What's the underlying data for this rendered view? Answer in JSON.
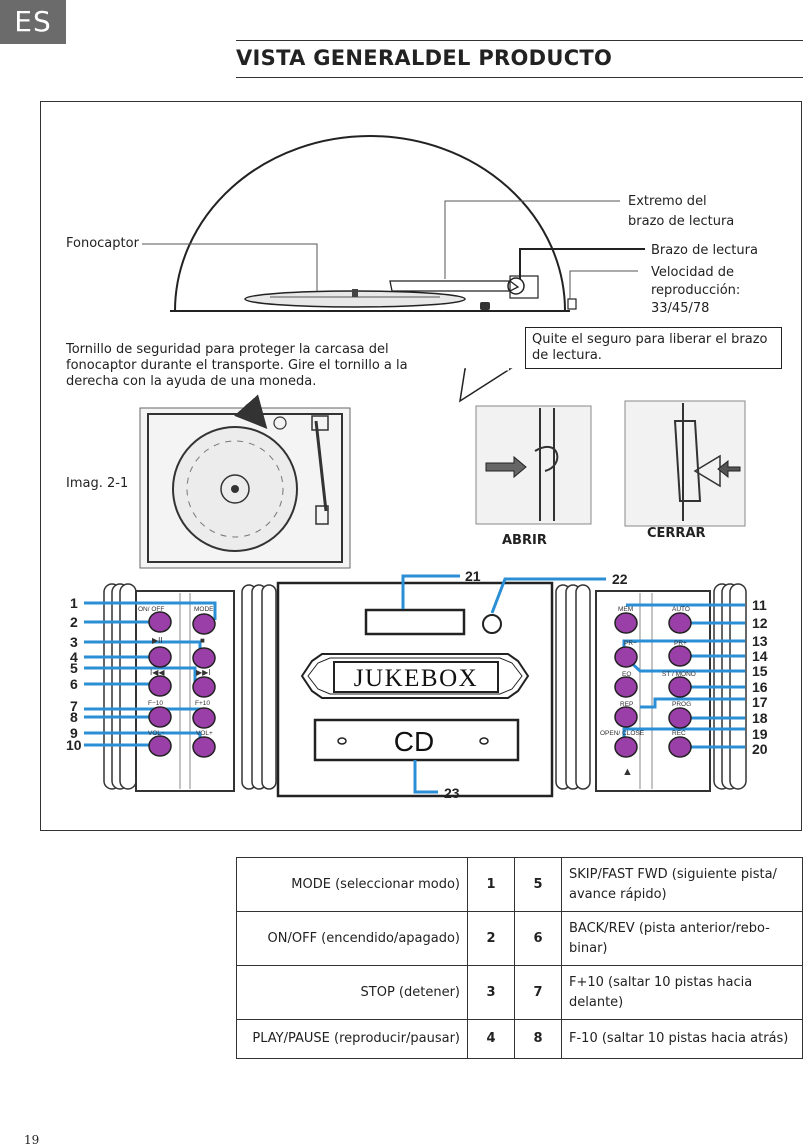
{
  "lang_tab": "ES",
  "title": "VISTA GENERALDEL PRODUCTO",
  "figure": {
    "labels": {
      "fonocaptor": "Fonocaptor",
      "extremo_1": "Extremo del",
      "extremo_2": "brazo de lectura",
      "brazo": "Brazo de lectura",
      "velocidad_1": "Velocidad de",
      "velocidad_2": "reproducción:",
      "velocidad_3": "33/45/78",
      "note": "Quite el seguro para liberar el brazo de lectura.",
      "screw_note": "Tornillo de seguridad para proteger la carcasa del fonocaptor durante el transporte. Gire el tornillo a la derecha con la ayuda de una moneda.",
      "imag": "Imag. 2-1",
      "abrir": "ABRIR",
      "cerrar": "CERRAR"
    },
    "panel": {
      "display_text": "JUKEBOX",
      "cd_text": "CD",
      "left_buttons": [
        "ON/ OFF",
        "MODE",
        "▶II",
        "■",
        "I◀◀",
        "▶▶I",
        "F−10",
        "F+10",
        "VOL−",
        "VOL+"
      ],
      "right_buttons": [
        "MEM",
        "AUTO",
        "PR−",
        "PR+",
        "EQ",
        "ST / MONO",
        "REP",
        "PROG",
        "OPEN/ CLOSE",
        "REC"
      ],
      "eject_symbol": "▲",
      "callouts_left": [
        "1",
        "2",
        "3",
        "4",
        "5",
        "6",
        "7",
        "8",
        "9",
        "10"
      ],
      "callouts_right": [
        "11",
        "12",
        "13",
        "14",
        "15",
        "16",
        "17",
        "18",
        "19",
        "20"
      ],
      "callouts_top": [
        "21",
        "22"
      ],
      "callout_bottom": "23"
    }
  },
  "legend_rows": [
    {
      "left": "MODE (seleccionar modo)",
      "n1": "1",
      "n2": "5",
      "right": "SKIP/FAST FWD (siguiente pista/ avance rápido)"
    },
    {
      "left": "ON/OFF (encendido/apagado)",
      "n1": "2",
      "n2": "6",
      "right": "BACK/REV (pista anterior/rebo- binar)"
    },
    {
      "left": "STOP (detener)",
      "n1": "3",
      "n2": "7",
      "right": "F+10 (saltar 10 pistas hacia delante)"
    },
    {
      "left": "PLAY/PAUSE (reproducir/pausar)",
      "n1": "4",
      "n2": "8",
      "right": "F-10 (saltar 10 pistas hacia atrás)"
    }
  ],
  "page_number": "19",
  "colors": {
    "callout_blue": "#2b8fd6",
    "button_purple": "#9a3fa8"
  }
}
